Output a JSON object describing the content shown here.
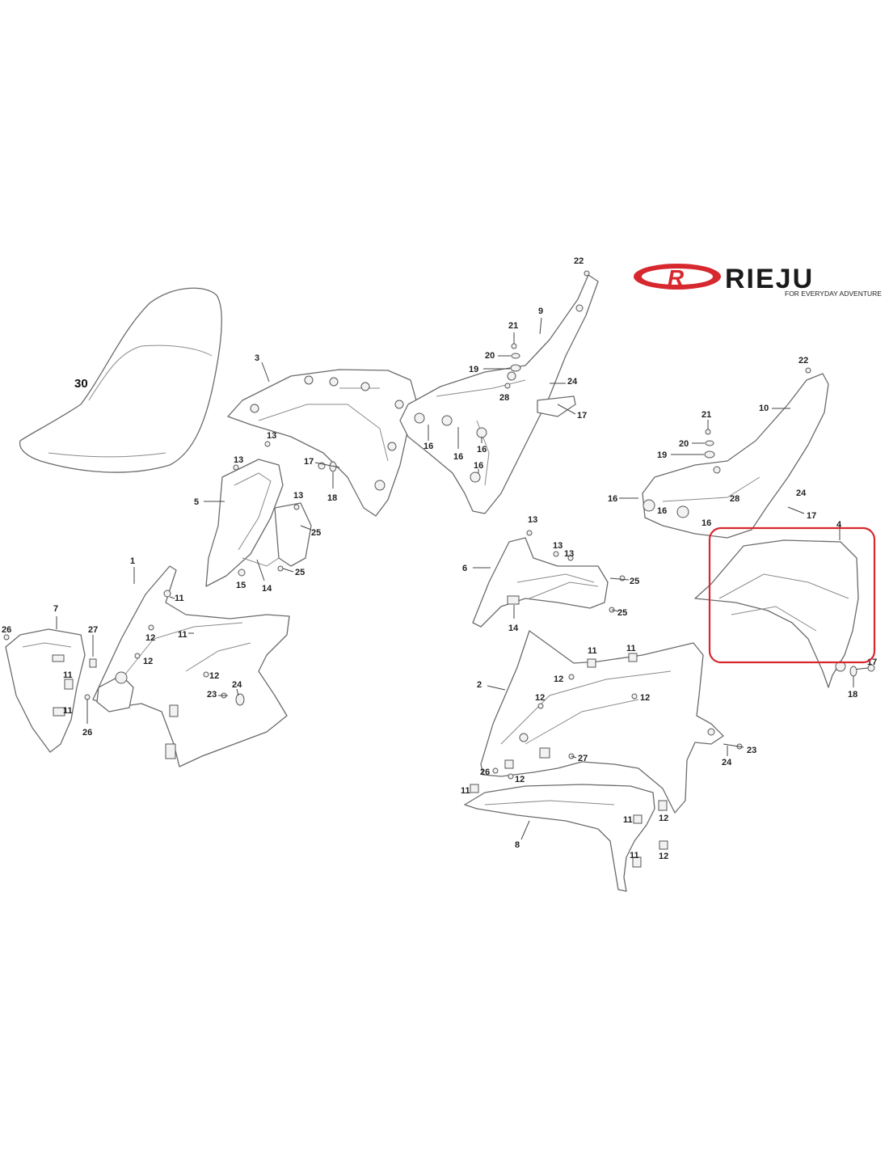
{
  "brand": {
    "emblem_letter": "R",
    "word": "RIEJU",
    "tagline": "FOR EVERYDAY ADVENTURE",
    "accent_color": "#d7282f"
  },
  "highlight": {
    "part": "4",
    "color": "#d7282f"
  },
  "callouts": {
    "c30": "30",
    "c3": "3",
    "c9": "9",
    "c22a": "22",
    "c21a": "21",
    "c20a": "20",
    "c19a": "19",
    "c28a": "28",
    "c24a": "24",
    "c17a": "17",
    "c16a": "16",
    "c16b": "16",
    "c16c": "16",
    "c16d": "16",
    "c17b": "17",
    "c18a": "18",
    "c13a": "13",
    "c13b": "13",
    "c13c": "13",
    "c5": "5",
    "c25a": "25",
    "c25b": "25",
    "c15": "15",
    "c14a": "14",
    "c1": "1",
    "c11a": "11",
    "c11b": "11",
    "c12a": "12",
    "c12b": "12",
    "c23a": "23",
    "c24b": "24",
    "c7": "7",
    "c26a": "26",
    "c27a": "27",
    "c11c": "11",
    "c11d": "11",
    "c26b": "26",
    "c22b": "22",
    "c10": "10",
    "c21b": "21",
    "c20b": "20",
    "c19b": "19",
    "c28b": "28",
    "c16e": "16",
    "c16f": "16",
    "c16g": "16",
    "c24c": "24",
    "c17c": "17",
    "c4": "4",
    "c17d": "17",
    "c18b": "18",
    "c6": "6",
    "c13d": "13",
    "c13e": "13",
    "c13f": "13",
    "c25c": "25",
    "c25d": "25",
    "c14b": "14",
    "c2": "2",
    "c11e": "11",
    "c11f": "11",
    "c12c": "12",
    "c12d": "12",
    "c12e": "12",
    "c27b": "27",
    "c26c": "26",
    "c12f": "12",
    "c23b": "23",
    "c24d": "24",
    "c11g": "11",
    "c8": "8",
    "c11h": "11",
    "c12g": "12",
    "c11i": "11",
    "c12h": "12"
  }
}
